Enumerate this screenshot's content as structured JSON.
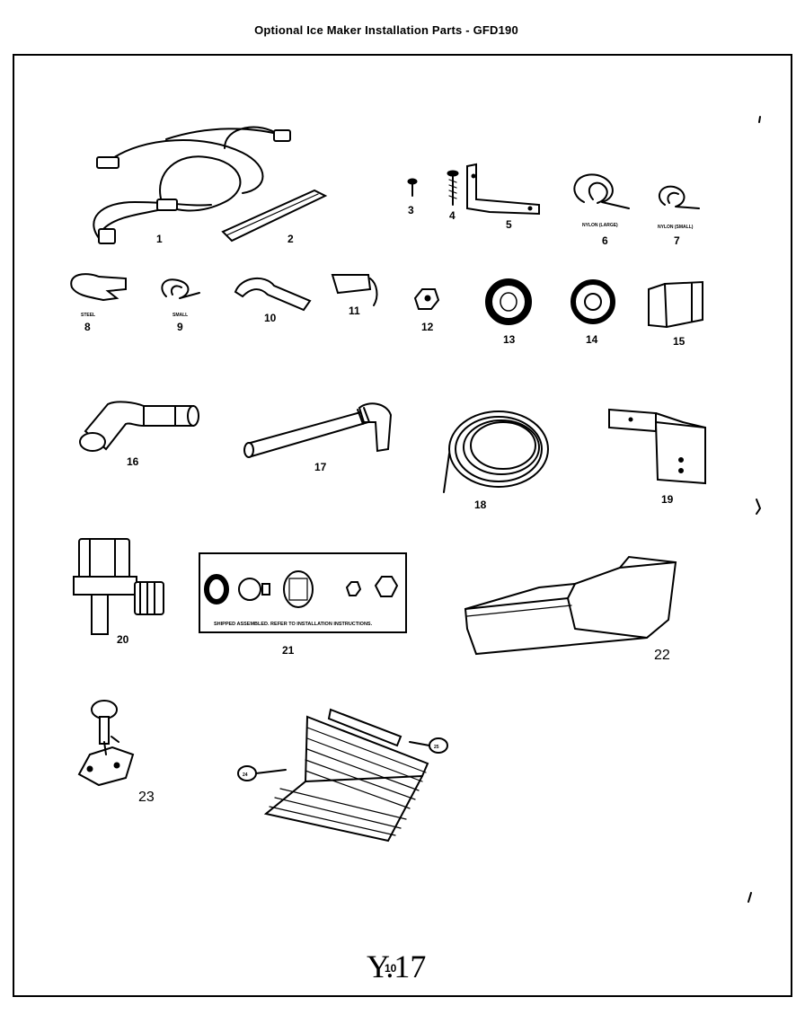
{
  "title": "Optional Ice Maker Installation Parts - GFD190",
  "parts": [
    {
      "label": "1"
    },
    {
      "label": "2"
    },
    {
      "label": "3"
    },
    {
      "label": "4"
    },
    {
      "label": "5"
    },
    {
      "label": "6",
      "note": "NYLON (LARGE)"
    },
    {
      "label": "7",
      "note": "NYLON (SMALL)"
    },
    {
      "label": "8",
      "note": "STEEL"
    },
    {
      "label": "9",
      "note": "SMALL"
    },
    {
      "label": "10"
    },
    {
      "label": "11"
    },
    {
      "label": "12"
    },
    {
      "label": "13"
    },
    {
      "label": "14"
    },
    {
      "label": "15"
    },
    {
      "label": "16"
    },
    {
      "label": "17"
    },
    {
      "label": "18"
    },
    {
      "label": "19"
    },
    {
      "label": "20"
    },
    {
      "label": "21",
      "note": "SHIPPED ASSEMBLED. REFER TO INSTALLATION INSTRUCTIONS."
    },
    {
      "label": "22"
    },
    {
      "label": "23"
    },
    {
      "label": "24"
    },
    {
      "label": "25"
    }
  ],
  "page_mark": "10",
  "handwriting": "Y.17"
}
